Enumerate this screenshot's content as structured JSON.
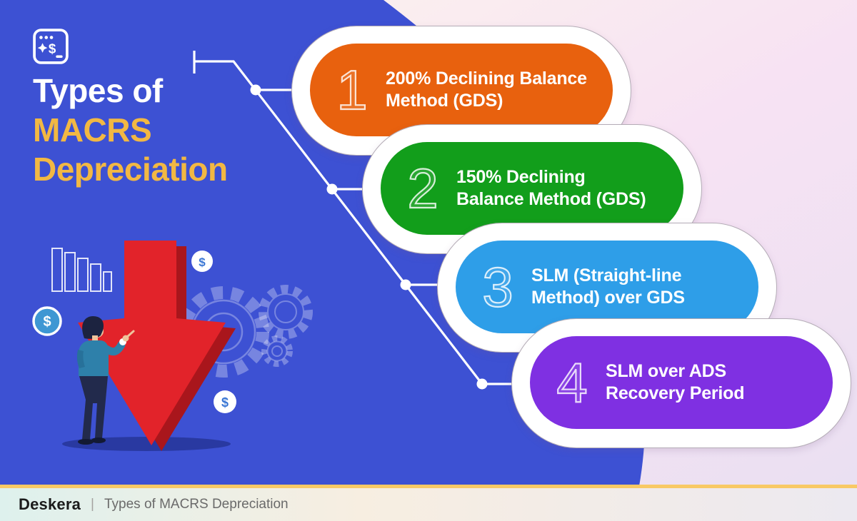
{
  "header": {
    "logo_icon": "dollar-terminal-icon",
    "title": {
      "line1": "Types of",
      "line2": "MACRS",
      "line3": "Depreciation"
    }
  },
  "steps": [
    {
      "number": "1",
      "line1": "200% Declining Balance",
      "line2": "Method (GDS)",
      "color": "#e8610e"
    },
    {
      "number": "2",
      "line1": "150% Declining",
      "line2": "Balance Method (GDS)",
      "color": "#129e1b"
    },
    {
      "number": "3",
      "line1": "SLM (Straight-line",
      "line2": "Method) over GDS",
      "color": "#2e9ee8"
    },
    {
      "number": "4",
      "line1": "SLM over ADS",
      "line2": "Recovery Period",
      "color": "#7f30e2"
    }
  ],
  "illustration": {
    "coin_symbol": "$",
    "icons": [
      "declining-bar-chart-icon",
      "down-arrow-icon",
      "gear-icon",
      "dollar-coin-icon",
      "person-figure"
    ]
  },
  "footer": {
    "brand": "Deskera",
    "divider": "|",
    "caption": "Types of MACRS Depreciation"
  },
  "colors": {
    "panel_blue": "#3d51d3",
    "title_yellow": "#f2b843",
    "footer_accent": "#f8c965",
    "connector_white": "#ffffff"
  }
}
